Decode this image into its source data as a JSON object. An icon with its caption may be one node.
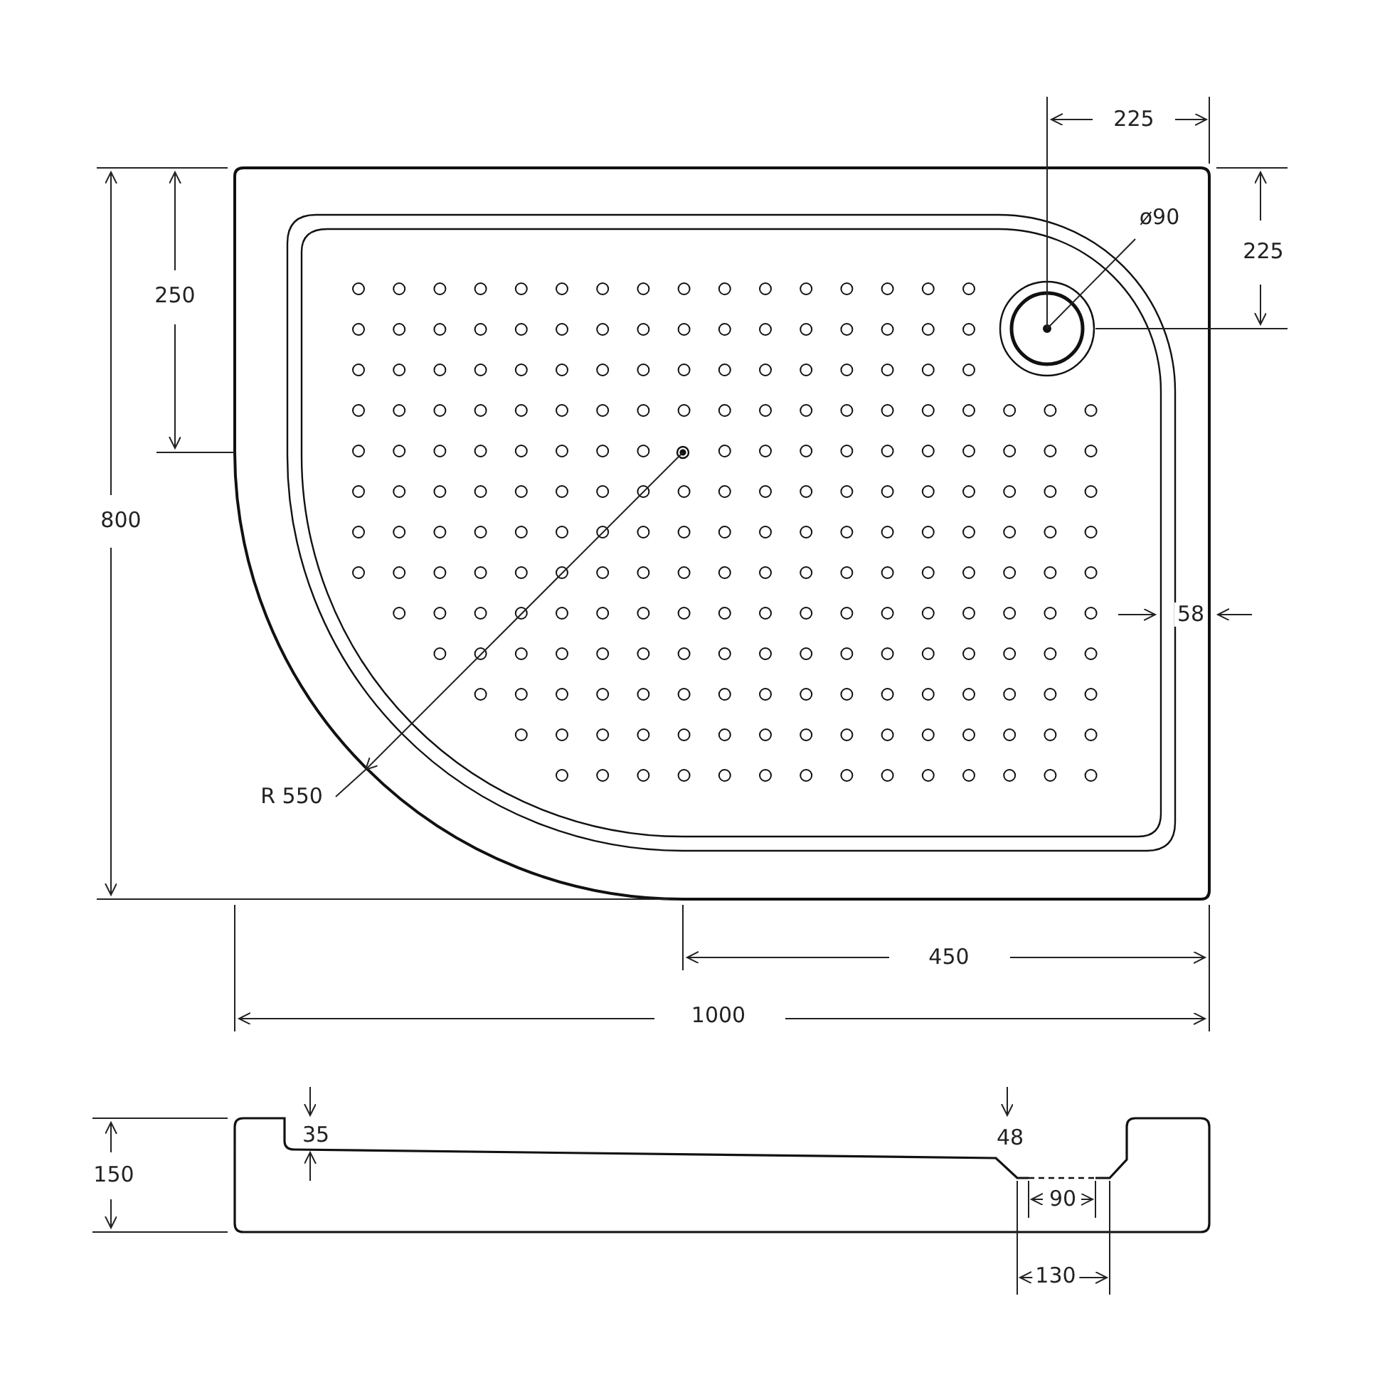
{
  "diagram": {
    "labels": [
      "225",
      "ø90",
      "225",
      "250",
      "800",
      "58",
      "R 550",
      "450",
      "1000",
      "35",
      "48",
      "150",
      "90",
      "130"
    ]
  }
}
